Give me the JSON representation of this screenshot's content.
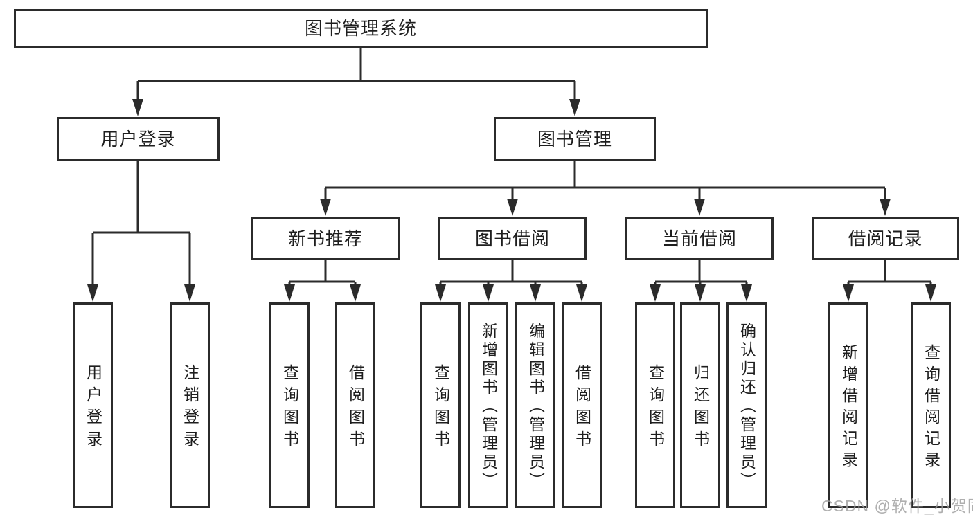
{
  "diagram": {
    "watermark": "CSDN @软件_小贺同学",
    "tree": {
      "root": {
        "label": "图书管理系统",
        "children": [
          {
            "label": "用户登录",
            "children": [
              {
                "label": "用户登录"
              },
              {
                "label": "注销登录"
              }
            ]
          },
          {
            "label": "图书管理",
            "children": [
              {
                "label": "新书推荐",
                "children": [
                  {
                    "label": "查询图书"
                  },
                  {
                    "label": "借阅图书"
                  }
                ]
              },
              {
                "label": "图书借阅",
                "children": [
                  {
                    "label": "查询图书"
                  },
                  {
                    "label": "新增图书（管理员）"
                  },
                  {
                    "label": "编辑图书（管理员）"
                  },
                  {
                    "label": "借阅图书"
                  }
                ]
              },
              {
                "label": "当前借阅",
                "children": [
                  {
                    "label": "查询图书"
                  },
                  {
                    "label": "归还图书"
                  },
                  {
                    "label": "确认归还（管理员）"
                  }
                ]
              },
              {
                "label": "借阅记录",
                "children": [
                  {
                    "label": "新增借阅记录"
                  },
                  {
                    "label": "查询借阅记录"
                  }
                ]
              }
            ]
          }
        ]
      }
    },
    "colors": {
      "line": "#2b2b2b",
      "text": "#1e1e1e",
      "background": "#ffffff",
      "watermark": "#9e9e9e"
    }
  }
}
